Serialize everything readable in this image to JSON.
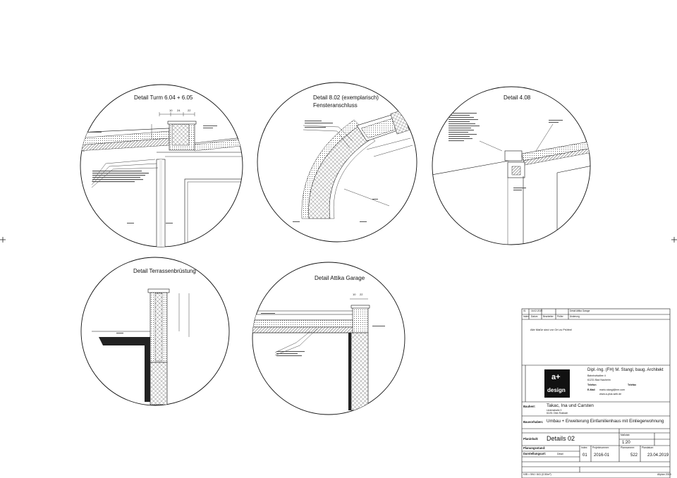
{
  "details": [
    {
      "title": "Detail Turm 6.04 + 6.05"
    },
    {
      "title": "Detail 8.02 (exemplarisch)",
      "subtitle": "Fensteranschluss"
    },
    {
      "title": "Detail 4.08"
    },
    {
      "title": "Detail Terrassenbrüstung"
    },
    {
      "title": "Detail Attika Garage"
    }
  ],
  "dims": {
    "turm": [
      "10",
      "24",
      "22"
    ],
    "attika": [
      "10",
      "22"
    ]
  },
  "titleblock": {
    "rev_index": "01",
    "rev_date": "16.02.2019",
    "rev_desc": "Detail Attika Garage",
    "rev_header": [
      "Index",
      "Datum",
      "Bearbeiter",
      "Prüfer",
      "Änderung"
    ],
    "note": "Alle Maße sind vor Ort zu Prüfen!",
    "logo_mark": "a+",
    "logo_word": "design",
    "architect_name": "Dipl.-Ing. (FH) M. Stangl, baug. Architekt",
    "architect_street": "Bahnhofsallee 4",
    "architect_city": "61231 Bad Nauheim",
    "phone_label": "Telefon",
    "fax_label": "Telefax",
    "email_label": "E-Mail",
    "email": "mario.stangl@me.com",
    "web": "www.a-plus-web.de",
    "client_label": "Bauherr:",
    "client_name": "Takac, Ina und Carsten",
    "client_street": "Lindenstraße 3",
    "client_city": "61191 Ober-Rosbach",
    "project_label": "Bauvorhaben:",
    "project_name": "Umbau + Erweiterung Einfamilienhaus mit Einliegerwohnung",
    "plan_label": "Planinhalt:",
    "plan_name": "Details 02",
    "scale_label": "Maßstab:",
    "scale_value": "1:20",
    "planning_label": "Planungsstand:",
    "phase_label": "Darstellungsart:",
    "phase_value": "Detail",
    "index_label": "Index:",
    "index_value": "01",
    "project_no_label": "Projektnummer:",
    "project_no": "2016-01",
    "plan_no_label": "Plannummer:",
    "plan_no": "522",
    "date_label": "Plandatum:",
    "date_value": "23.04.2019",
    "footer_left": "H/B = 594 / 841 (0.50m²)",
    "footer_right": "Allplan 2019"
  }
}
